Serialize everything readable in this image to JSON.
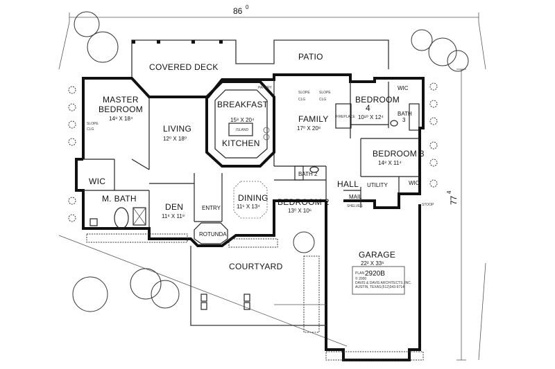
{
  "plan": {
    "overall_width": "86",
    "overall_width_sup": "0",
    "overall_depth": "77",
    "overall_depth_sup": "4"
  },
  "rooms": {
    "covered_deck": "COVERED DECK",
    "patio": "PATIO",
    "breakfast": "BREAKFAST",
    "breakfast_dim": "15⁸ X 20⁴",
    "island": "ISLAND",
    "kitchen": "KITCHEN",
    "pantry": "PANTRY",
    "family": "FAMILY",
    "family_dim": "17⁰ X 20⁸",
    "fireplace": "FIREPLACE",
    "slope_1": "SLOPE",
    "slope_2": "SLOPE",
    "slope_3": "SLOPE",
    "clg_1": "CLG",
    "clg_2": "CLG",
    "clg_3": "CLG",
    "master_bedroom_1": "MASTER",
    "master_bedroom_2": "BEDROOM",
    "master_bedroom_dim": "14⁸ X 18⁴",
    "living": "LIVING",
    "living_dim": "12⁰ X 18⁰",
    "wic_master": "WIC",
    "m_bath": "M. BATH",
    "den": "DEN",
    "den_dim": "11⁸ X 11⁸",
    "entry": "ENTRY",
    "rotunda": "ROTUNDA",
    "dining": "DINING",
    "dining_dim": "11⁶ X 13⁴",
    "bedroom_2": "BEDROOM 2",
    "bedroom_2_dim": "13⁰ X 10⁶",
    "bath_2": "BATH 2",
    "hall": "HALL",
    "mail": "MAIL",
    "shelves": "SHELVES",
    "utility": "UTILITY",
    "wic_b3": "WIC",
    "bedroom_3": "BEDROOM 3",
    "bedroom_3_dim": "14⁸ X 11⁴",
    "bedroom_4_a": "BEDROOM",
    "bedroom_4_b": "4",
    "bedroom_4_dim": "10¹⁰ X 12⁴",
    "wic_b4": "WIC",
    "bath_3_a": "BATH",
    "bath_3_b": "3",
    "stoop": "STOOP",
    "courtyard": "COURTYARD",
    "garage": "GARAGE",
    "garage_dim": "22² X 33⁶"
  },
  "titleblock": {
    "plan_label": "PLAN",
    "plan_number": "2920B",
    "copyright": "© 2000",
    "firm": "DAVIS & DAVIS ARCHITECTS, INC.",
    "city": "AUSTIN, TEXAS",
    "phone": "(512)343-9714"
  }
}
